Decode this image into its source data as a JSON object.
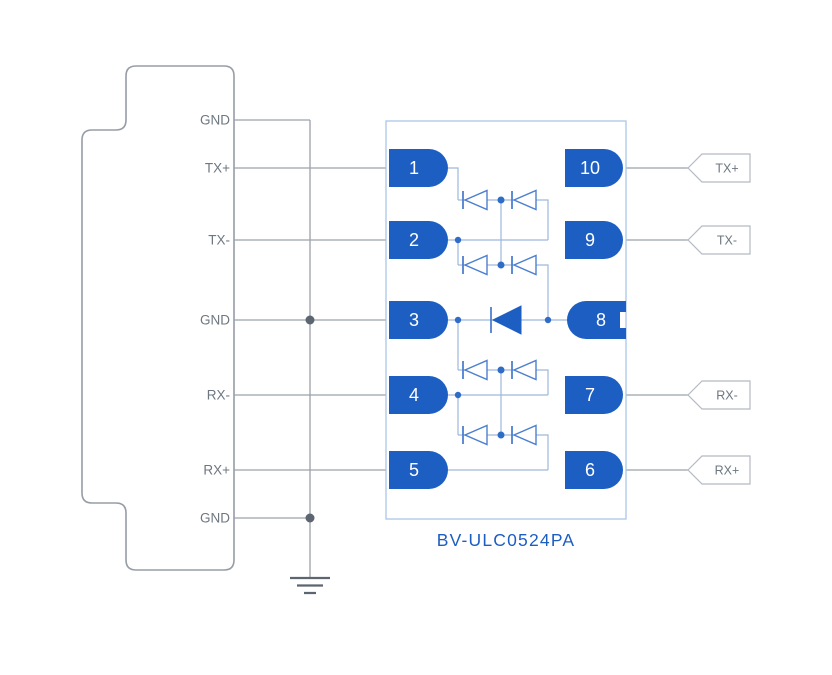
{
  "diagram": {
    "part_number": "BV-ULC0524PA",
    "connector": {
      "pin_labels": [
        "GND",
        "TX+",
        "TX-",
        "GND",
        "RX-",
        "RX+",
        "GND"
      ]
    },
    "ic": {
      "left_pins": [
        "1",
        "2",
        "3",
        "4",
        "5"
      ],
      "right_pins": [
        "10",
        "9",
        "8",
        "7",
        "6"
      ]
    },
    "output_tags": [
      "TX+",
      "TX-",
      "RX-",
      "RX+"
    ],
    "ground_symbol": "earth-ground",
    "colors": {
      "pin_blue": "#1d5ec2",
      "diode_blue": "#4d7fd0",
      "ic_border": "#a9c7e8",
      "wire_gray": "#9aa2aa",
      "label_gray": "#6e7780",
      "ground_gray": "#5d6670"
    }
  }
}
